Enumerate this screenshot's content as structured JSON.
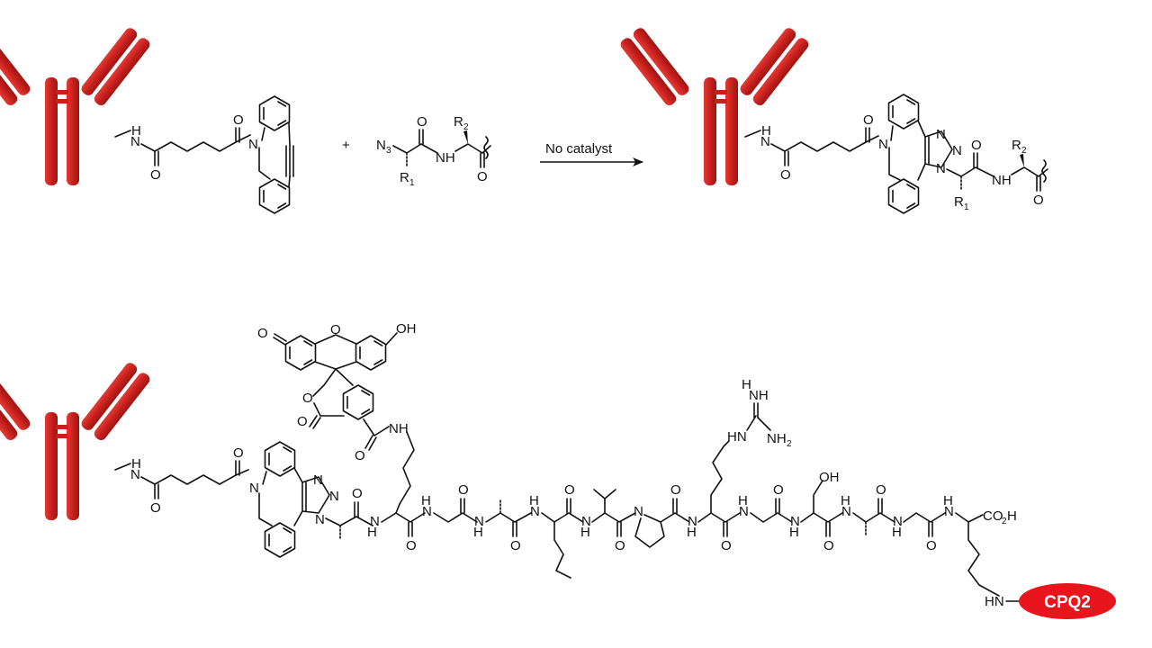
{
  "colors": {
    "antibody": "#c8201d",
    "antibody_dark": "#9c1512",
    "bond": "#111111",
    "tag": "#e8161c",
    "tag_text": "#ffffff"
  },
  "reaction": {
    "plus": "+",
    "arrow_label": "No catalyst"
  },
  "atoms": {
    "N": "N",
    "NH": "NH",
    "H": "H",
    "O": "O",
    "OH": "OH",
    "HN": "HN",
    "N3": "N",
    "N3_sub": "3",
    "R": "R",
    "R1_sub": "1",
    "R2_sub": "2",
    "NH2": "NH",
    "NH2_sub": "2",
    "CO2H": "CO",
    "CO2H_tail": "H",
    "CO2H_sub": "2"
  },
  "tag_label": "CPQ2",
  "icons": {
    "antibody": "antibody-icon",
    "dibenzocyclooctyne": "dbco-structure",
    "azide": "azide-peptide-structure",
    "triazole": "triazole-adduct-structure",
    "fluorescein": "fluorescein-structure",
    "peptide": "peptide-chain-structure"
  }
}
